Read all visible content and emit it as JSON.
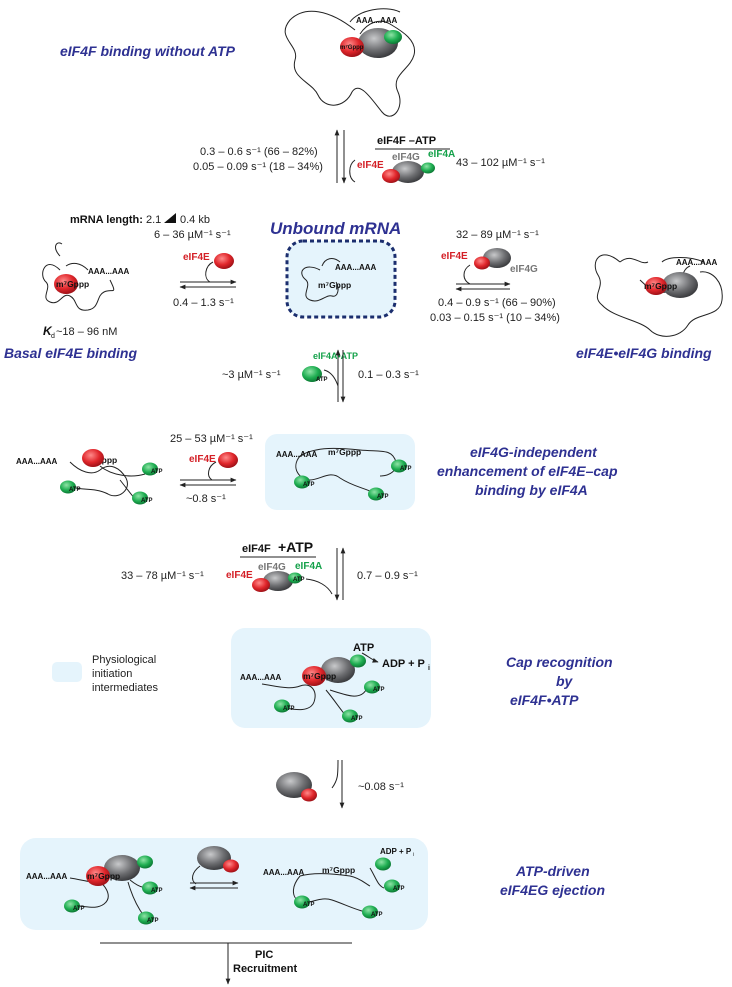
{
  "titles": {
    "no_atp": "eIF4F binding without ATP",
    "unbound": "Unbound mRNA",
    "basal": "Basal eIF4E binding",
    "e_g": "eIF4E•eIF4G binding",
    "g_indep_1": "eIF4G-independent",
    "g_indep_2": "enhancement of eIF4E–cap",
    "g_indep_3": "binding by eIF4A",
    "cap_1": "Cap recognition",
    "cap_2": "by",
    "cap_3": "eIF4F•ATP",
    "atp_1": "ATP-driven",
    "atp_2": "eIF4EG ejection"
  },
  "rates": {
    "no_atp_off_1": "0.3 – 0.6 s⁻¹ (66 – 82%)",
    "no_atp_off_2": "0.05 – 0.09 s⁻¹ (18 – 34%)",
    "no_atp_on": "43 – 102 µM⁻¹ s⁻¹",
    "basal_on": "6 – 36 µM⁻¹ s⁻¹",
    "basal_off": "0.4 – 1.3 s⁻¹",
    "eg_on": "32 – 89 µM⁻¹ s⁻¹",
    "eg_off_1": "0.4 – 0.9 s⁻¹ (66 – 90%)",
    "eg_off_2": "0.03 – 0.15 s⁻¹ (10 – 34%)",
    "a_on": "~3 µM⁻¹ s⁻¹",
    "a_off": "0.1 – 0.3 s⁻¹",
    "gi_on": "25 – 53 µM⁻¹ s⁻¹",
    "gi_off": "~0.8 s⁻¹",
    "f_on": "33 – 78 µM⁻¹ s⁻¹",
    "f_off": "0.7 – 0.9 s⁻¹",
    "eject": "~0.08 s⁻¹"
  },
  "labels": {
    "mrna_length_key": "mRNA length:",
    "mrna_length_val": "2.1",
    "mrna_length_end": "0.4 kb",
    "kd": "~18 – 96 nM",
    "kd_k": "K",
    "kd_sub": "d",
    "eif4f_minus": "eIF4F –ATP",
    "eif4f_plus_a": "eIF4F",
    "eif4f_plus_b": "+ATP",
    "eif4e": "eIF4E",
    "eif4g": "eIF4G",
    "eif4a": "eIF4A",
    "eif4a_atp": "eIF4A•ATP",
    "atp": "ATP",
    "adp_pi": "ADP + P",
    "pi_sub": "i",
    "polya": "AAA...AAA",
    "cap": "m⁷Gppp",
    "legend": [
      "Physiological",
      "initiation",
      "intermediates"
    ],
    "pic_1": "PIC",
    "pic_2": "Recruitment"
  },
  "colors": {
    "eif4e": "#d42027",
    "eif4g": "#6d6e71",
    "eif4a": "#14a14a",
    "title": "#2e3192",
    "box": "#e5f4fc",
    "box_border": "#1b2e6e"
  }
}
